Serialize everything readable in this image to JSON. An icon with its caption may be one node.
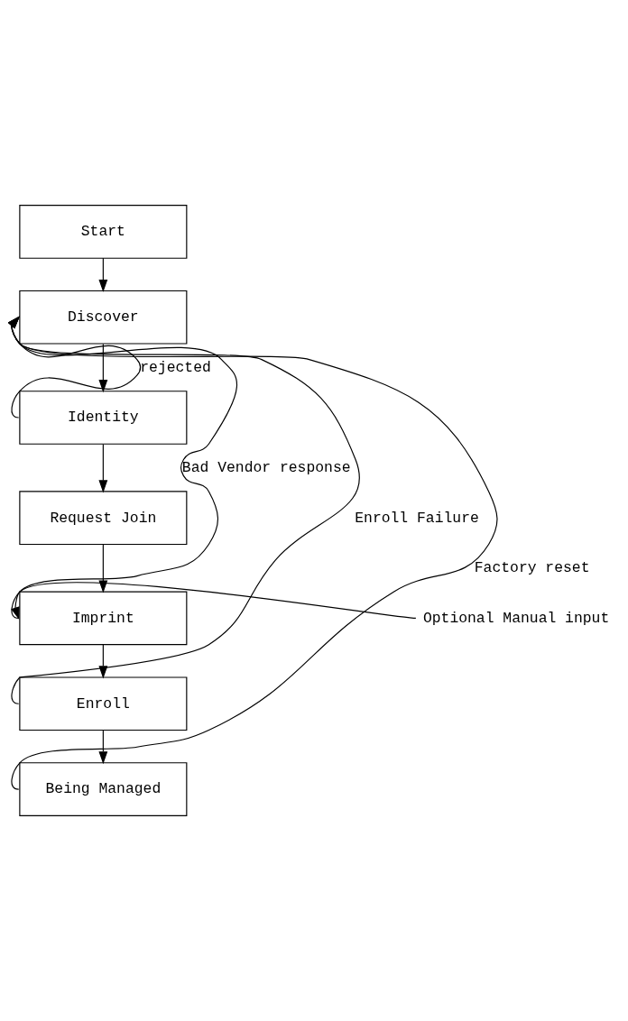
{
  "diagram": {
    "nodes": [
      {
        "text": [
          "Start"
        ]
      },
      {
        "text": [
          "Discover"
        ]
      },
      {
        "text": [
          "Identity"
        ]
      },
      {
        "text": [
          "Request Join"
        ]
      },
      {
        "text": [
          "Imprint"
        ]
      },
      {
        "text": [
          "Enroll"
        ]
      },
      {
        "text": [
          "Being Managed"
        ]
      },
      {
        "text": [
          "Optional Manual input"
        ]
      }
    ],
    "edges": [
      {
        "from": 0,
        "to": 1,
        "arrow": "to"
      },
      {
        "from": 1,
        "to": 2,
        "arrow": "to"
      },
      {
        "from": 2,
        "to": 3,
        "arrow": "to"
      },
      {
        "from": 3,
        "to": 4,
        "arrow": "to"
      },
      {
        "from": 4,
        "to": 5,
        "arrow": "to"
      },
      {
        "from": 5,
        "to": 6,
        "arrow": "to"
      },
      {
        "from": 2,
        "to": 1,
        "arrow": "to",
        "label": "rejected"
      },
      {
        "from": 4,
        "to": 1,
        "arrow": "to",
        "label": "Bad Vendor response"
      },
      {
        "from": 5,
        "to": 1,
        "arrow": "to",
        "label": "Enroll Failure"
      },
      {
        "from": 6,
        "to": 1,
        "arrow": "to",
        "label": "Factory reset"
      },
      {
        "from": 7,
        "to": 4,
        "arrow": "to"
      }
    ]
  }
}
